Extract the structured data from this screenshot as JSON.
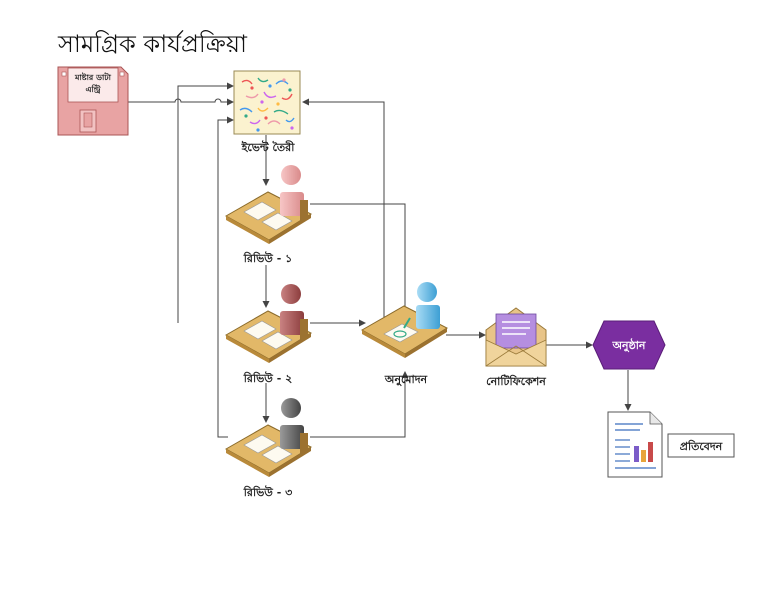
{
  "diagram": {
    "title": "সামগ্রিক কার্যপ্রক্রিয়া",
    "nodes": {
      "master_data": "মাষ্টার ডাটা এন্ট্রি",
      "event_creation": "ইভেন্ট তৈরী",
      "review_1": "রিভিউ - ১",
      "review_2": "রিভিউ - ২",
      "review_3": "রিভিউ - ৩",
      "approval": "অনুমোদন",
      "notification": "নোটিফিকেশন",
      "ceremony": "অনুষ্ঠান",
      "report": "প্রতিবেদন"
    },
    "colors": {
      "line": "#444444",
      "floppy": "#e8a3a3",
      "ceremony": "#7a2ea0",
      "envelope": "#e8c488",
      "desk": "#e2b868"
    }
  }
}
